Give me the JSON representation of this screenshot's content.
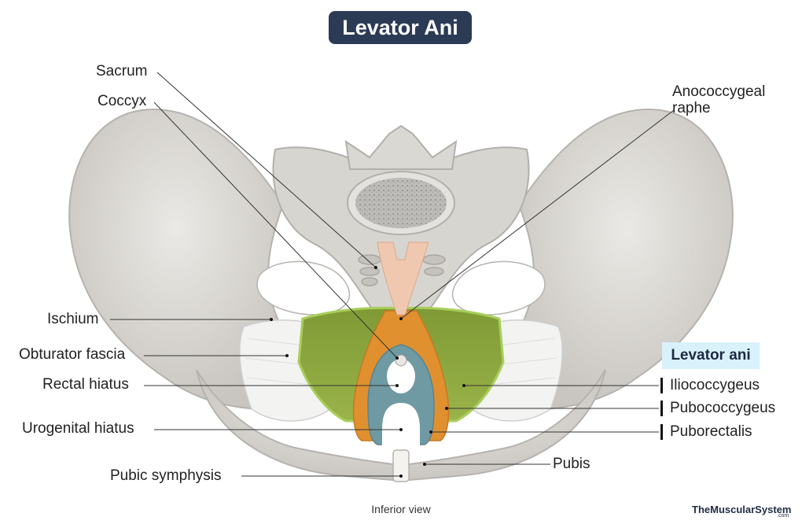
{
  "title": "Levator Ani",
  "labels": {
    "sacrum": "Sacrum",
    "coccyx": "Coccyx",
    "anococcygeal": "Anococcygeal",
    "raphe": "raphe",
    "ischium": "Ischium",
    "obturator_fascia": "Obturator fascia",
    "rectal_hiatus": "Rectal hiatus",
    "urogenital_hiatus": "Urogenital hiatus",
    "pubic_symphysis": "Pubic symphysis",
    "pubis": "Pubis"
  },
  "legend": {
    "title": "Levator ani",
    "items": [
      "Iliococcygeus",
      "Pubococcygeus",
      "Puborectalis"
    ]
  },
  "caption": "Inferior view",
  "brand": "TheMuscularSystem",
  "brand_suffix": ".com",
  "colors": {
    "bone": "#dcdad6",
    "iliococcygeus": "#8aa23a",
    "pubococcygeus": "#e0902f",
    "puborectalis": "#6f9aa3",
    "obturator_fascia": "#f2f2f2",
    "raphe": "#f0c8b0",
    "title_bg": "#2b3b55",
    "legend_bg": "#d9f1fb"
  }
}
